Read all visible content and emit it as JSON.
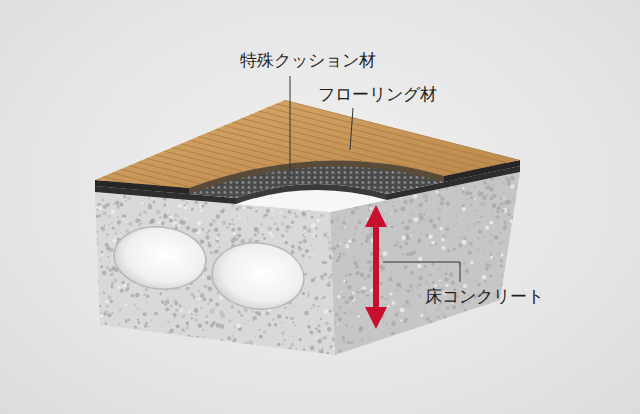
{
  "diagram": {
    "labels": [
      "特殊クッション材",
      "フローリング材",
      "床コンクリート"
    ]
  }
}
